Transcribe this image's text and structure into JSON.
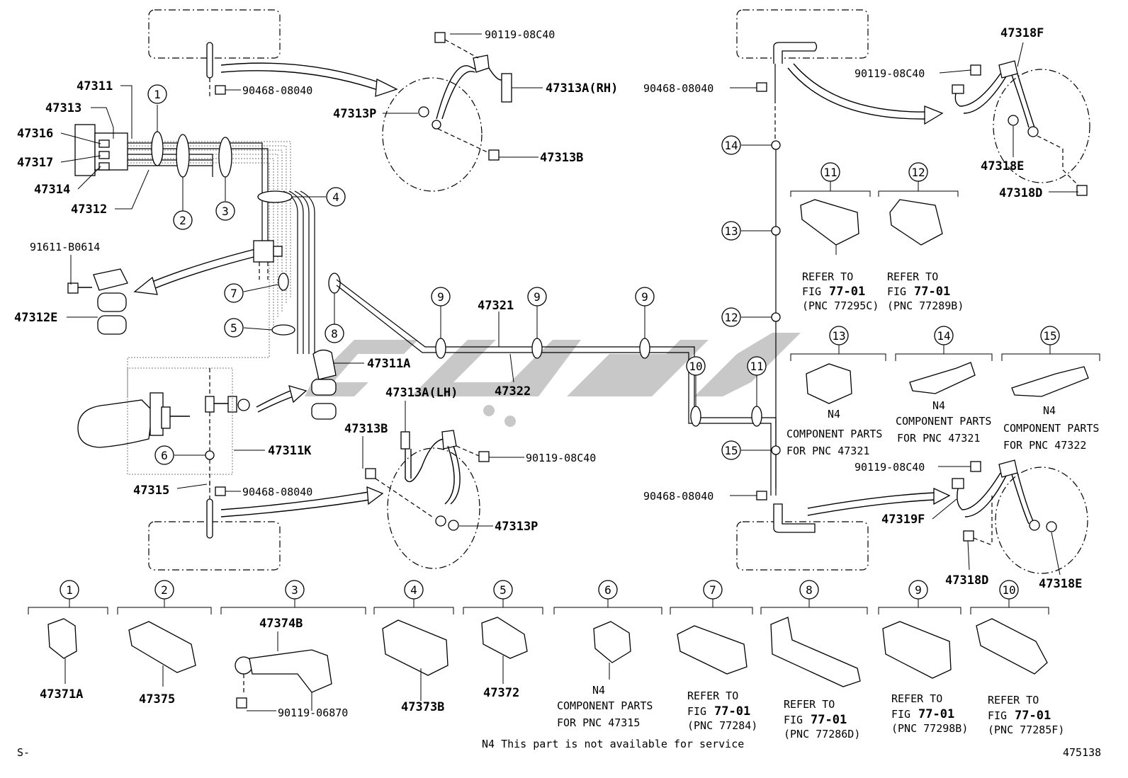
{
  "labels": {
    "p47311": "47311",
    "p47313": "47313",
    "p47316": "47316",
    "p47317": "47317",
    "p47314": "47314",
    "p47312": "47312",
    "p91611": "91611-B0614",
    "p47312E": "47312E",
    "p90468_top_left": "90468-08040",
    "p90119_top": "90119-08C40",
    "p47313A_RH": "47313A(RH)",
    "p47313P_top": "47313P",
    "p47313B_top": "47313B",
    "p47311A": "47311A",
    "p47313A_LH": "47313A(LH)",
    "p47313B_bot": "47313B",
    "p90119_mid": "90119-08C40",
    "p47311K": "47311K",
    "p47315": "47315",
    "p90468_bot_left": "90468-08040",
    "p47313P_bot": "47313P",
    "p47321": "47321",
    "p47322": "47322",
    "p90468_top_right": "90468-08040",
    "p90119_right_top": "90119-08C40",
    "p47318F": "47318F",
    "p47318E_top": "47318E",
    "p47318D_top": "47318D",
    "p90119_right_bot": "90119-08C40",
    "p90468_bot_right": "90468-08040",
    "p47319F": "47319F",
    "p47318D_bot": "47318D",
    "p47318E_bot": "47318E",
    "p47371A": "47371A",
    "p47375": "47375",
    "p47374B": "47374B",
    "p90119_06870": "90119-06870",
    "p47373B": "47373B",
    "p47372": "47372"
  },
  "callouts": {
    "c1": "1",
    "c2": "2",
    "c3": "3",
    "c4": "4",
    "c5": "5",
    "c6": "6",
    "c7": "7",
    "c8": "8",
    "c9": "9",
    "c10": "10",
    "c11": "11",
    "c12": "12",
    "c13": "13",
    "c14": "14",
    "c15": "15"
  },
  "refs": {
    "refer_to": "REFER TO",
    "fig": "FIG",
    "fig_no": "77-01",
    "pnc_77295C": "(PNC 77295C)",
    "pnc_77289B": "(PNC 77289B)",
    "pnc_77284": "(PNC 77284)",
    "pnc_77286D": "(PNC 77286D)",
    "pnc_77298B": "(PNC 77298B)",
    "pnc_77285F": "(PNC 77285F)",
    "n4": "N4",
    "component_parts": "COMPONENT PARTS",
    "for_pnc_47321": "FOR PNC 47321",
    "for_pnc_47322": "FOR PNC 47322",
    "for_pnc_47315": "FOR PNC 47315"
  },
  "footer": {
    "note": "N4 This part is not available for service",
    "left_code": "S-",
    "figure_no": "475138"
  },
  "colors": {
    "line": "#000000",
    "watermark": "#9a9a9a"
  }
}
